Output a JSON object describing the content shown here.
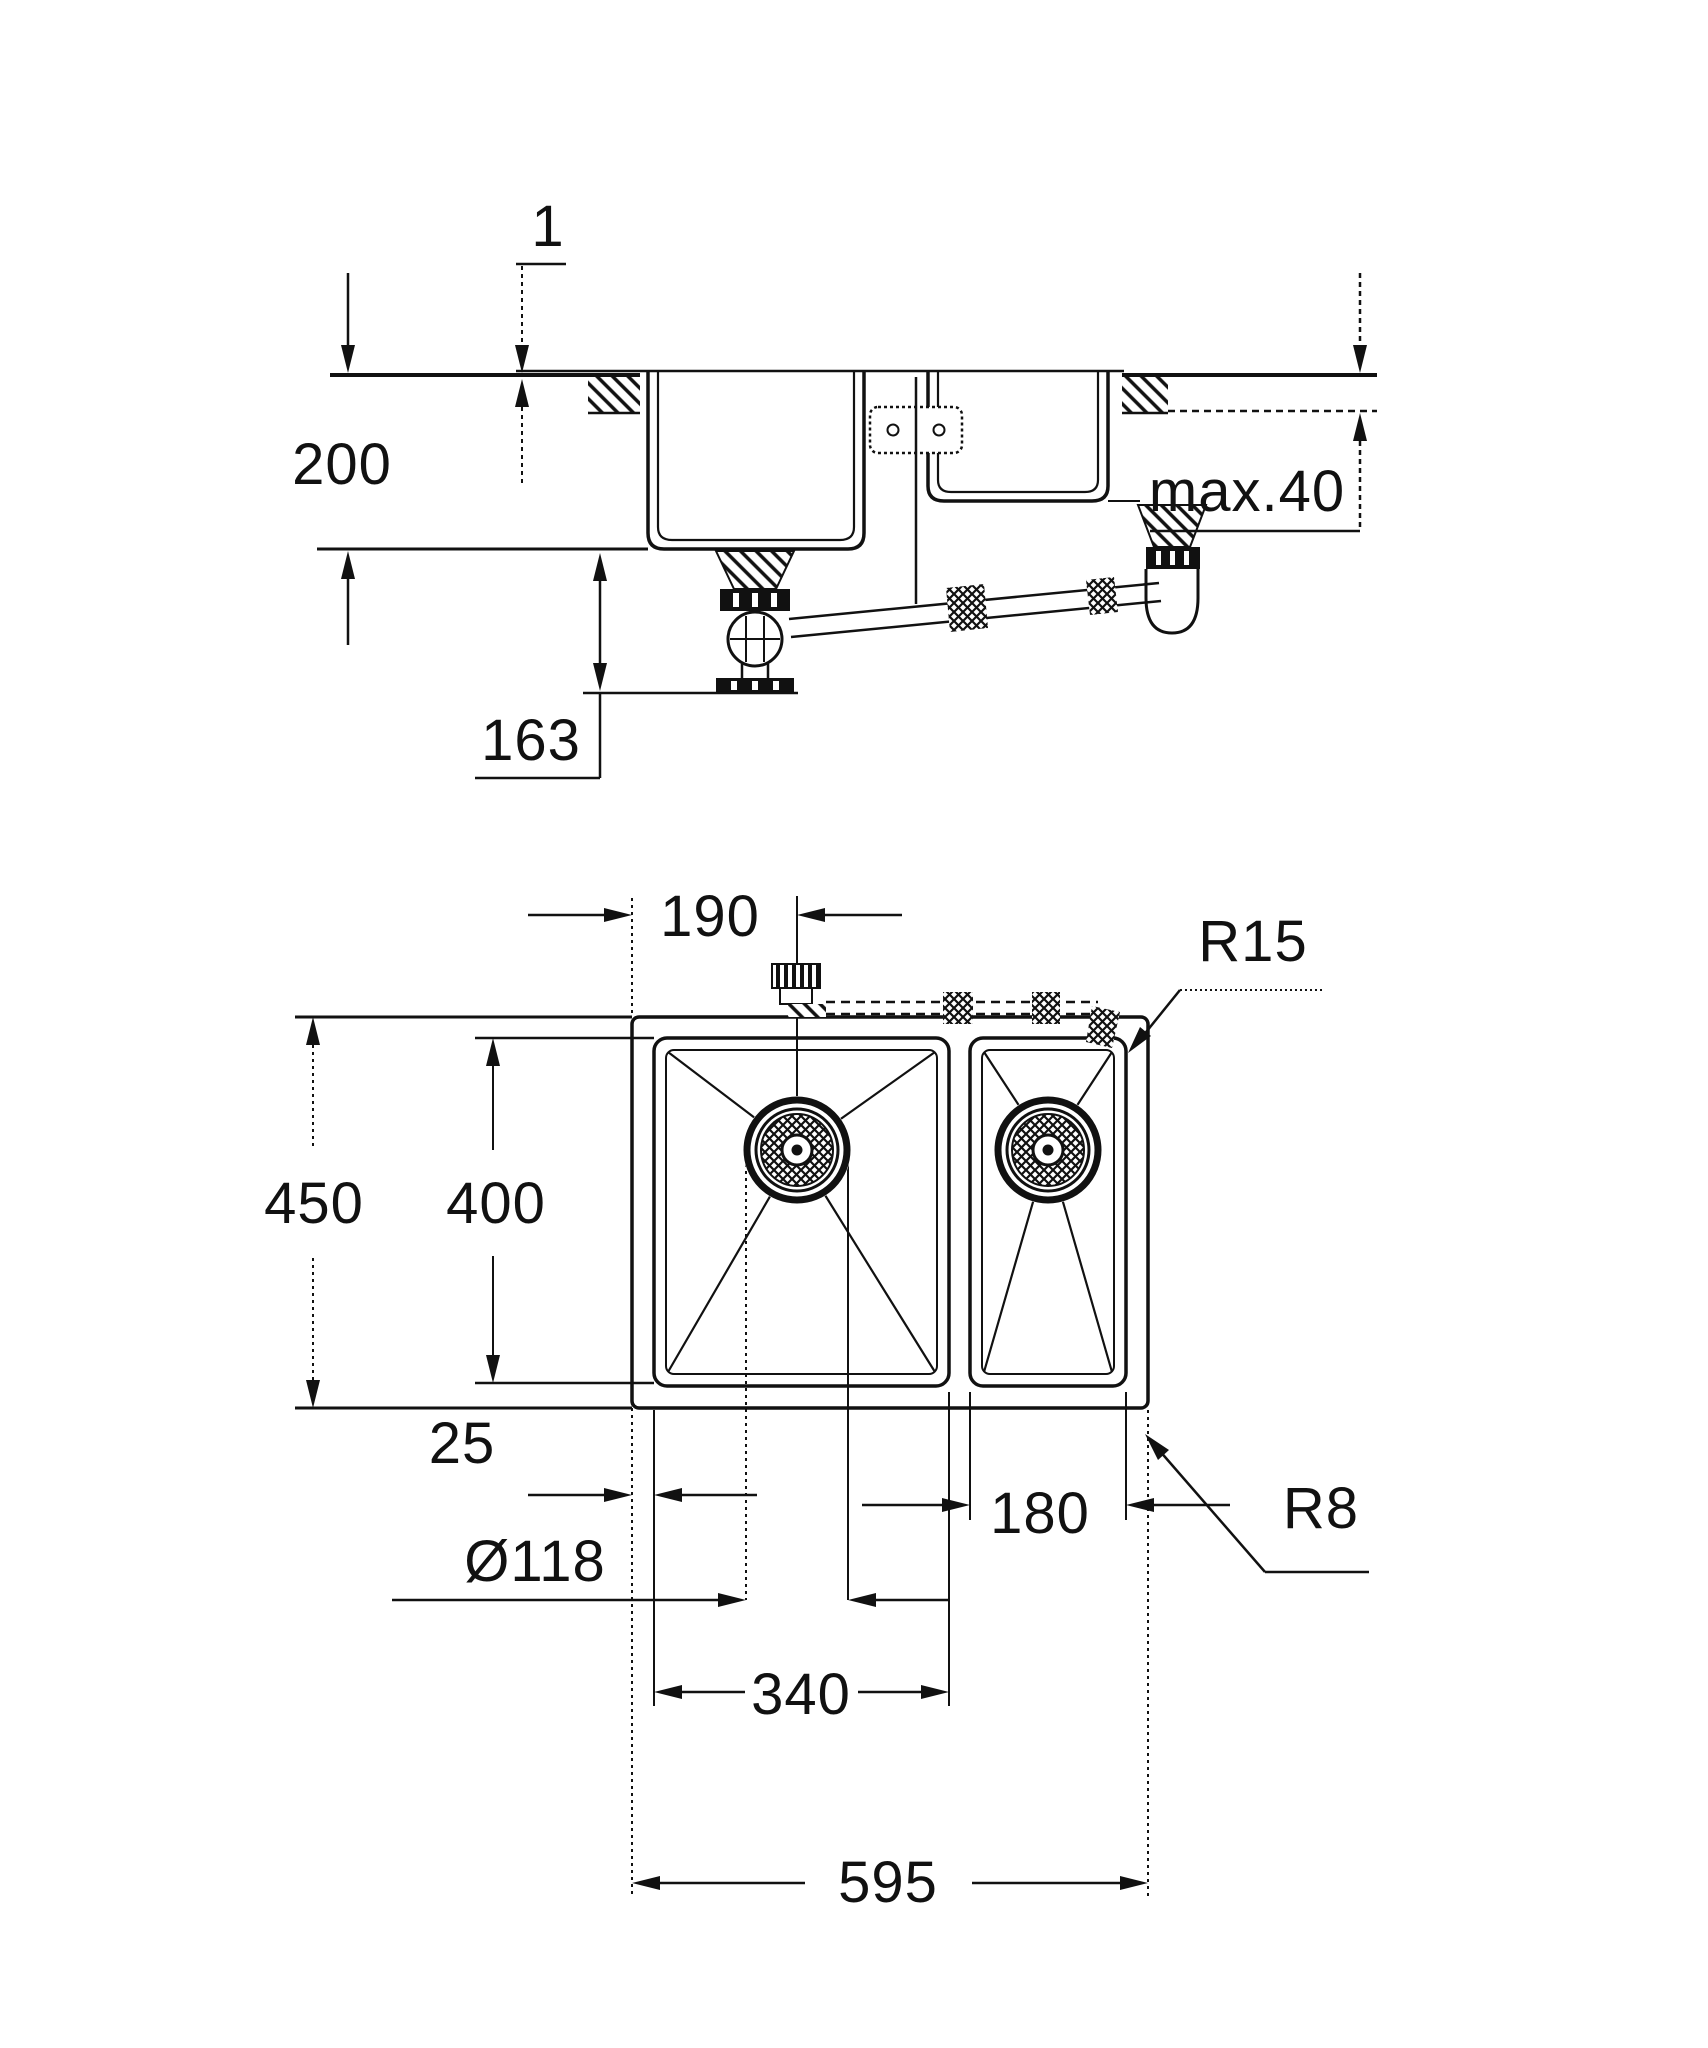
{
  "drawing": {
    "kind": "sink-installation-technical-drawing",
    "section_view": {
      "rim_height_mm": "1",
      "bowl_depth_mm": "200",
      "drain_bottom_offset_mm": "163",
      "countertop_thickness_max": "max.40"
    },
    "plan_view": {
      "drain_center_from_edge_mm": "190",
      "inner_corner_radius": "R15",
      "outer_depth_mm": "450",
      "bowl_inner_depth_mm": "400",
      "rim_width_mm": "25",
      "small_bowl_width_mm": "180",
      "drain_hole_diameter": "Ø118",
      "main_bowl_width_mm": "340",
      "overall_width_mm": "595",
      "outer_corner_radius": "R8"
    },
    "colors": {
      "line": "#111111",
      "background": "#ffffff"
    }
  }
}
